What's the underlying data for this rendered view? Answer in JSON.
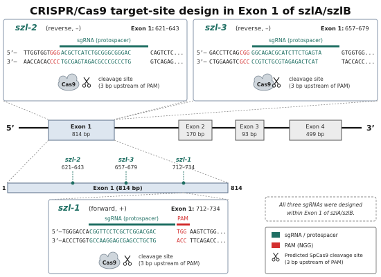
{
  "title": "CRISPR/Cas9 target-site design in Exon 1 of szlA/szlB",
  "colors": {
    "teal": "#1f6f63",
    "red": "#d32f2f",
    "panel_border": "#9aa7b8",
    "exon1_fill": "#dde6f0",
    "exon_fill": "#ececec",
    "cas9_fill": "#cfd6dc"
  },
  "panels": {
    "szl2": {
      "name": "szl-2",
      "orient": "(reverse, –)",
      "exon_label": "Exon 1:",
      "range": "621–643",
      "sgrna_label": "sgRNA (protospacer)",
      "line1": {
        "prefix": "5’–",
        "flank_left": "TTGGTGGT",
        "pam": "GGG",
        "protospacer": "ACGCTCATCTGCGGGCGGGAC",
        "flank_right": "CAGTCTC..."
      },
      "line2": {
        "prefix": "3’–",
        "flank_left": "AACCACAC",
        "pam": "CCC",
        "protospacer": "TGCGAGTAGACGCCCGCCCTG",
        "flank_right": "GTCAGAG..."
      },
      "cas9": "Cas9",
      "cleavage": [
        "cleavage site",
        "(3 bp upstream of PAM)"
      ]
    },
    "szl3": {
      "name": "szl-3",
      "orient": "(reverse, –)",
      "exon_label": "Exon 1:",
      "range": "657–679",
      "sgrna_label": "sgRNA (protospacer)",
      "line1": {
        "prefix": "5’–",
        "flank_left": "GACCTTCAG",
        "pam": "CGG",
        "protospacer": "GGCAGACGCATCTTCTGAGTA",
        "flank_right": "GTGGTGG..."
      },
      "line2": {
        "prefix": "3’–",
        "flank_left": "CTGGAAGTC",
        "pam": "GCC",
        "protospacer": "CCGTCTGCGTAGAGACTCAT",
        "flank_right": "TACCACC..."
      },
      "cas9": "Cas9",
      "cleavage": [
        "cleavage site",
        "(3 bp upstream of PAM)"
      ]
    },
    "szl1": {
      "name": "szl-1",
      "orient": "(forward, +)",
      "exon_label": "Exon 1:",
      "range": "712–734",
      "sgrna_label": "sgRNA (protospacer)",
      "pam_label": "PAM",
      "line1": {
        "prefix": "5’–",
        "flank_left": "TGGGACCA",
        "protospacer": "CGGTTCCTCGCTCGGACGAC",
        "pam": "TGG",
        "flank_right": "AAGTCTGG..."
      },
      "line2": {
        "prefix": "3’–",
        "flank_left": "ACCCTGGT",
        "protospacer": "GCCAAGGAGCGAGCCTGCTG",
        "pam": "ACC",
        "flank_right": "TTCAGACC..."
      },
      "cas9": "Cas9",
      "cleavage": [
        "cleavage site",
        "(3 bp upstream of PAM)"
      ]
    }
  },
  "gene": {
    "end5": "5’",
    "end3": "3’",
    "exons": [
      {
        "name": "Exon 1",
        "size": "814 bp"
      },
      {
        "name": "Exon 2",
        "size": "170 bp"
      },
      {
        "name": "Exon 3",
        "size": "93 bp"
      },
      {
        "name": "Exon 4",
        "size": "499 bp"
      }
    ]
  },
  "zoom": {
    "start": "1",
    "end": "814",
    "label": "Exon 1 (814 bp)",
    "sites": [
      {
        "name": "szl-2",
        "range": "621–643"
      },
      {
        "name": "szl-3",
        "range": "657–679"
      },
      {
        "name": "szl-1",
        "range": "712–734"
      }
    ]
  },
  "note": [
    "All three sgRNAs were designed",
    "within Exon 1 of szlA/szlB."
  ],
  "legend": [
    {
      "label": "sgRNA / protospacer"
    },
    {
      "label": "PAM (NGG)"
    },
    {
      "label": "Predicted SpCas9 cleavage site",
      "label2": "(3 bp upstream of PAM)"
    }
  ]
}
